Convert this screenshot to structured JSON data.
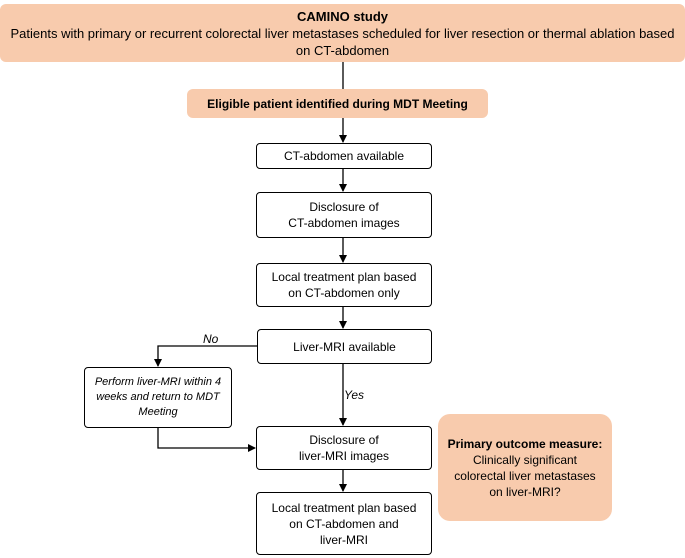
{
  "header": {
    "title": "CAMINO study",
    "line1": "Patients with primary or recurrent colorectal liver metastases scheduled for liver resection or thermal ablation based",
    "line2": "on CT-abdomen"
  },
  "steps": {
    "eligible": "Eligible patient identified during MDT Meeting",
    "ct_available": "CT-abdomen available",
    "disclosure_ct_1": "Disclosure of",
    "disclosure_ct_2": "CT-abdomen images",
    "plan_ct_1": "Local treatment plan based",
    "plan_ct_2": "on CT-abdomen only",
    "mri_available": "Liver-MRI available",
    "perform_mri_1": "Perform liver-MRI within 4",
    "perform_mri_2": "weeks and return to MDT",
    "perform_mri_3": "Meeting",
    "disclosure_mri_1": "Disclosure of",
    "disclosure_mri_2": "liver-MRI images",
    "plan_mri_1": "Local treatment plan based",
    "plan_mri_2": "on CT-abdomen and",
    "plan_mri_3": "liver-MRI"
  },
  "labels": {
    "no": "No",
    "yes": "Yes"
  },
  "outcome": {
    "title": "Primary outcome measure:",
    "line1": "Clinically significant",
    "line2": "colorectal liver metastases",
    "line3": "on liver-MRI?"
  },
  "colors": {
    "highlight_fill": "#f8cbad",
    "border": "#000000"
  }
}
